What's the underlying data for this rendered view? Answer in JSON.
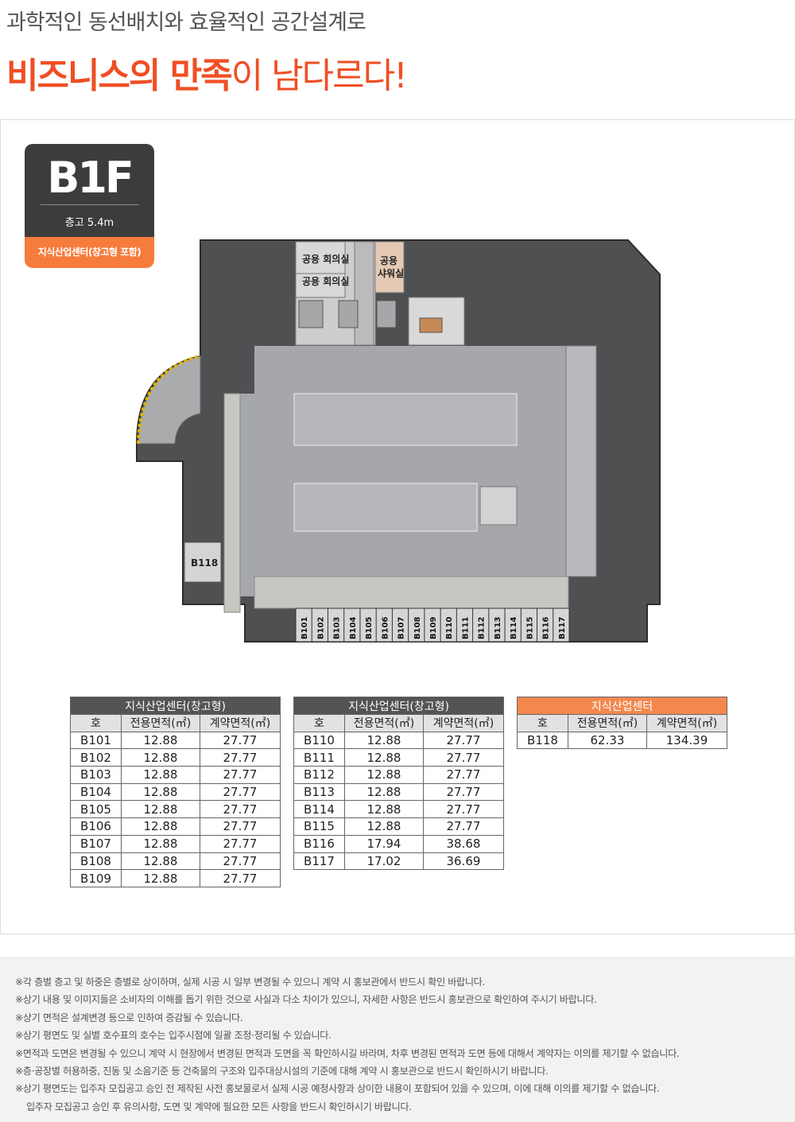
{
  "headline": {
    "sub": "과학적인 동선배치와 효율적인 공간설계로",
    "main_bold": "비즈니스의 만족",
    "main_light": "이 남다르다!"
  },
  "badge": {
    "floor": "B1F",
    "height": "층고 5.4m",
    "type": "지식산업센터(창고형 포함)"
  },
  "plan": {
    "rooms": [
      "공용 회의실",
      "공용 회의실",
      "공용",
      "샤워실"
    ],
    "units_bottom": [
      "B101",
      "B102",
      "B103",
      "B104",
      "B105",
      "B106",
      "B107",
      "B108",
      "B109",
      "B110",
      "B111",
      "B112",
      "B113",
      "B114",
      "B115",
      "B116",
      "B117"
    ],
    "unit_side": "B118"
  },
  "tables": [
    {
      "title": "지식산업센터(창고형)",
      "headers": [
        "호",
        "전용면적(㎡)",
        "계약면적(㎡)"
      ],
      "rows": [
        [
          "B101",
          "12.88",
          "27.77"
        ],
        [
          "B102",
          "12.88",
          "27.77"
        ],
        [
          "B103",
          "12.88",
          "27.77"
        ],
        [
          "B104",
          "12.88",
          "27.77"
        ],
        [
          "B105",
          "12.88",
          "27.77"
        ],
        [
          "B106",
          "12.88",
          "27.77"
        ],
        [
          "B107",
          "12.88",
          "27.77"
        ],
        [
          "B108",
          "12.88",
          "27.77"
        ],
        [
          "B109",
          "12.88",
          "27.77"
        ]
      ]
    },
    {
      "title": "지식산업센터(창고형)",
      "headers": [
        "호",
        "전용면적(㎡)",
        "계약면적(㎡)"
      ],
      "rows": [
        [
          "B110",
          "12.88",
          "27.77"
        ],
        [
          "B111",
          "12.88",
          "27.77"
        ],
        [
          "B112",
          "12.88",
          "27.77"
        ],
        [
          "B113",
          "12.88",
          "27.77"
        ],
        [
          "B114",
          "12.88",
          "27.77"
        ],
        [
          "B115",
          "12.88",
          "27.77"
        ],
        [
          "B116",
          "17.94",
          "38.68"
        ],
        [
          "B117",
          "17.02",
          "36.69"
        ]
      ]
    },
    {
      "title": "지식산업센터",
      "headers": [
        "호",
        "전용면적(㎡)",
        "계약면적(㎡)"
      ],
      "rows": [
        [
          "B118",
          "62.33",
          "134.39"
        ]
      ]
    }
  ],
  "notes": [
    "※각 층별 층고 및 하중은 층별로 상이하며, 실제 시공 시 일부 변경될 수 있으니 계약 시 홍보관에서 반드시 확인 바랍니다.",
    "※상기 내용 및 이미지들은 소비자의 이해를 돕기 위한 것으로 사실과 다소 차이가 있으니, 자세한 사항은 반드시 홍보관으로 확인하여 주시기 바랍니다.",
    "※상기 면적은 설계변경 등으로 인하여 증감될 수 있습니다.",
    "※상기 평면도 및 실별 호수표의 호수는 입주시점에 일괄 조정·정리될 수 있습니다.",
    "※면적과 도면은 변경될 수 있으니 계약 시 현장에서 변경된 면적과 도면을 꼭 확인하시길 바라며, 차후 변경된 면적과 도면 등에 대해서 계약자는 이의를 제기할 수 없습니다.",
    "※층·공장별 허용하중, 진동 및 소음기준 등 건축물의 구조와 입주대상시설의 기준에 대해 계약 시 홍보관으로 반드시 확인하시기 바랍니다.",
    "※상기 평면도는 입주자 모집공고 승인 전 제작된 사전 홍보물로서 실제 시공 예정사항과 상이한 내용이 포함되어 있을 수 있으며, 이에 대해 이의를 제기할 수 없습니다.",
    "입주자 모집공고 승인 후 유의사항, 도면 및 계약에 필요한 모든 사항을 반드시 확인하시기 바랍니다."
  ],
  "colors": {
    "accent": "#f04e23",
    "badge_dark": "#3c3c3c",
    "badge_orange": "#f57c3c",
    "table_header_dark": "#545454",
    "table_header_orange": "#f3884f"
  }
}
